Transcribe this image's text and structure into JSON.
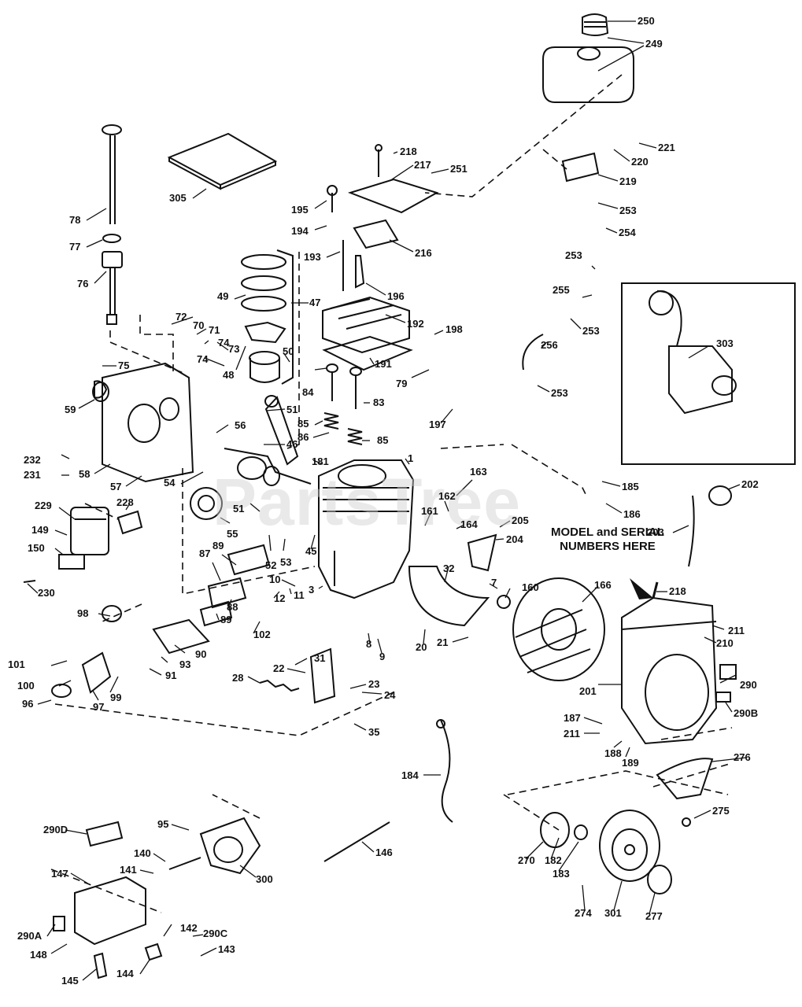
{
  "watermark": "PartsTree",
  "callout": {
    "line1": "MODEL and SERIAL",
    "line2": "NUMBERS HERE"
  },
  "parts": [
    "250",
    "249",
    "221",
    "220",
    "219",
    "253",
    "254",
    "253",
    "255",
    "253",
    "256",
    "253",
    "303",
    "218",
    "217",
    "251",
    "216",
    "195",
    "194",
    "193",
    "196",
    "192",
    "198",
    "191",
    "79",
    "197",
    "305",
    "78",
    "77",
    "76",
    "72",
    "70",
    "71",
    "74",
    "74",
    "73",
    "49",
    "47",
    "48",
    "50",
    "75",
    "59",
    "58",
    "57",
    "56",
    "51",
    "46",
    "84",
    "83",
    "85",
    "86",
    "85",
    "232",
    "231",
    "229",
    "228",
    "149",
    "150",
    "230",
    "54",
    "181",
    "1",
    "163",
    "162",
    "161",
    "164",
    "205",
    "204",
    "185",
    "186",
    "202",
    "203",
    "55",
    "51",
    "52",
    "53",
    "45",
    "10",
    "11",
    "12",
    "87",
    "89",
    "88",
    "89",
    "3",
    "32",
    "7",
    "160",
    "166",
    "218",
    "211",
    "210",
    "290",
    "290B",
    "201",
    "187",
    "211",
    "188",
    "189",
    "98",
    "101",
    "100",
    "97",
    "99",
    "96",
    "90",
    "93",
    "91",
    "102",
    "31",
    "22",
    "28",
    "23",
    "24",
    "35",
    "9",
    "8",
    "20",
    "21",
    "184",
    "276",
    "275",
    "270",
    "182",
    "183",
    "274",
    "301",
    "277",
    "290D",
    "95",
    "140",
    "141",
    "147",
    "300",
    "146",
    "142",
    "290C",
    "143",
    "290A",
    "148",
    "144",
    "145"
  ]
}
